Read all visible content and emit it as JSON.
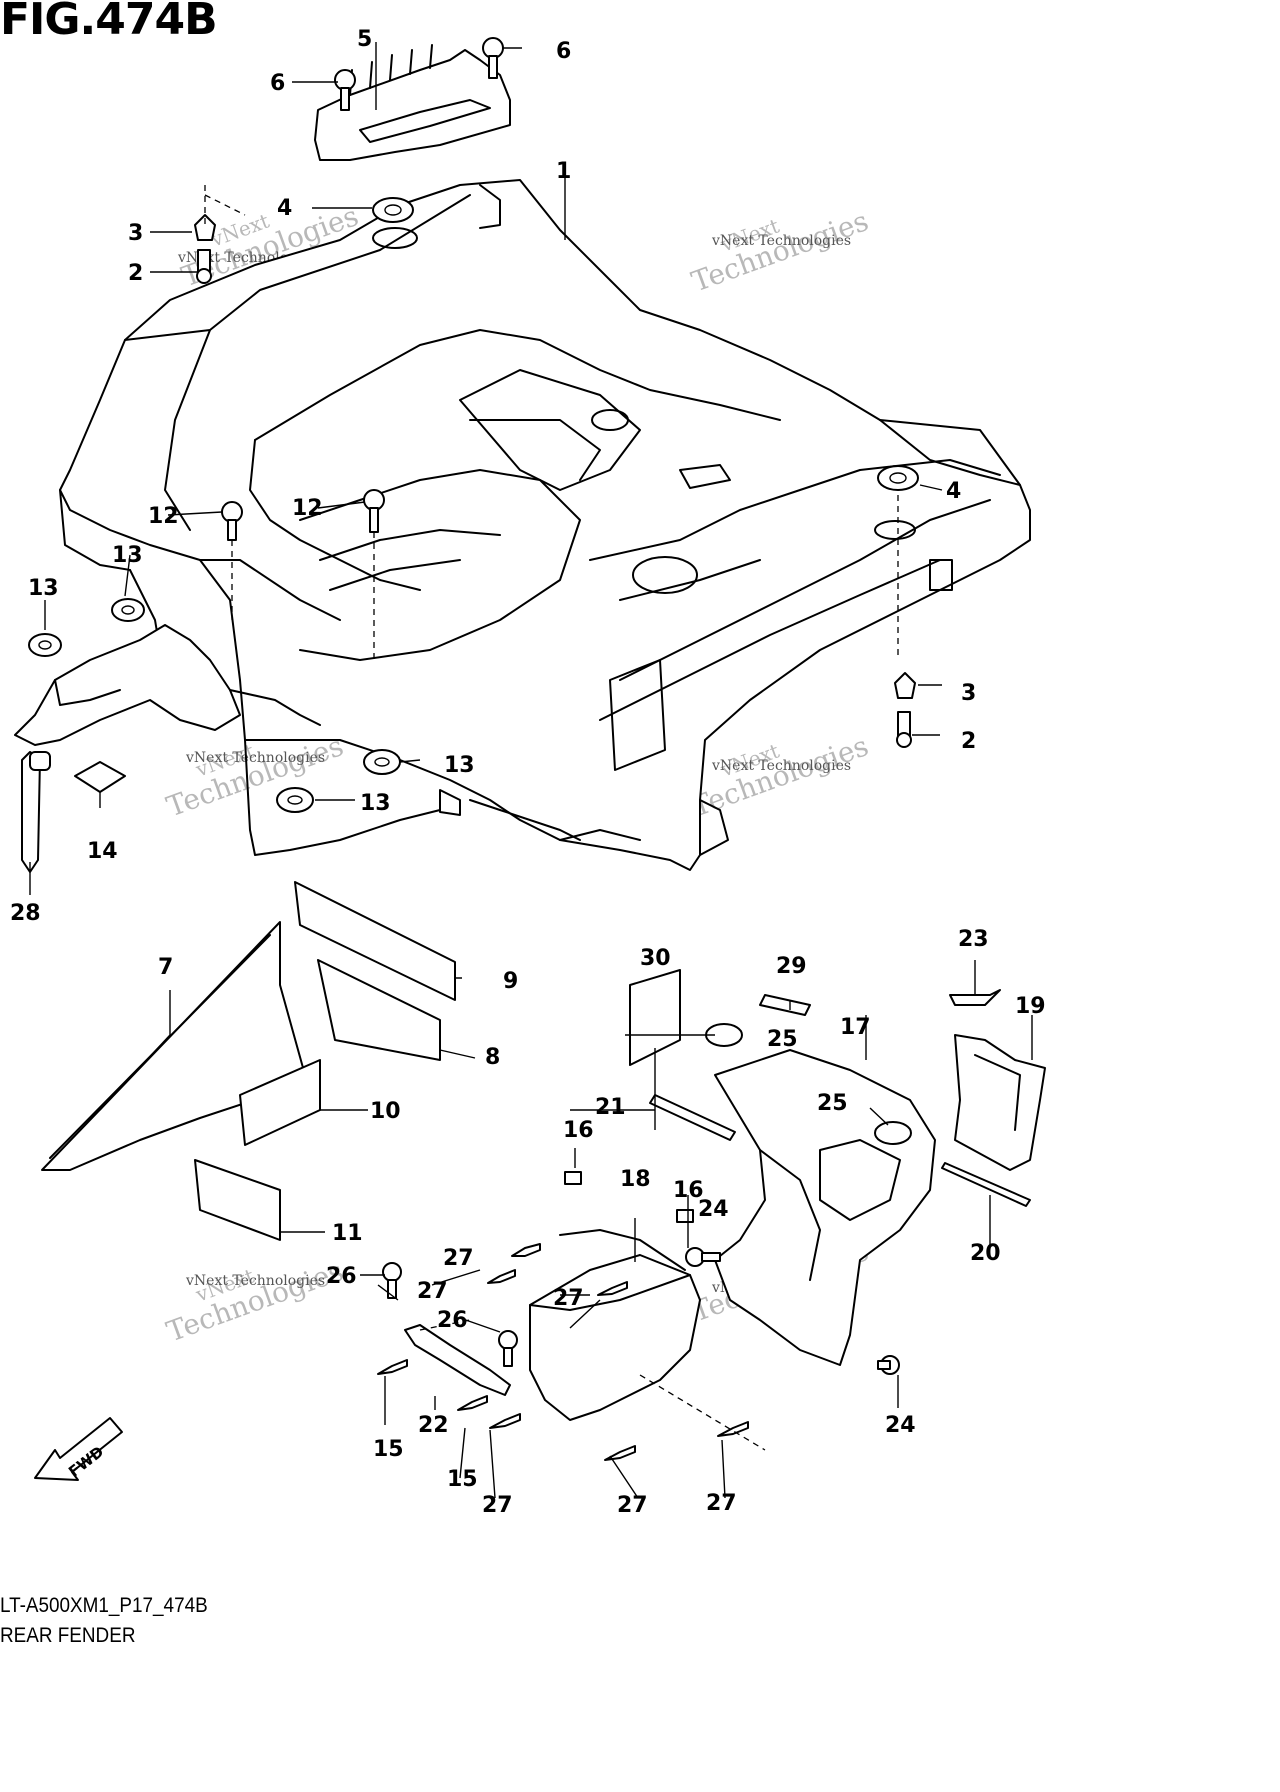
{
  "figure": {
    "title": "FIG.474B",
    "code": "LT-A500XM1_P17_474B",
    "name": "REAR FENDER"
  },
  "watermark": {
    "text_top": "vNext",
    "text_main": "Technologies",
    "text_line": "vNext Technologies"
  },
  "direction_indicator": {
    "label": "FWD"
  },
  "callouts": [
    {
      "id": "c1",
      "text": "1"
    },
    {
      "id": "c2a",
      "text": "2"
    },
    {
      "id": "c2b",
      "text": "2"
    },
    {
      "id": "c3a",
      "text": "3"
    },
    {
      "id": "c3b",
      "text": "3"
    },
    {
      "id": "c4a",
      "text": "4"
    },
    {
      "id": "c4b",
      "text": "4"
    },
    {
      "id": "c5",
      "text": "5"
    },
    {
      "id": "c6a",
      "text": "6"
    },
    {
      "id": "c6b",
      "text": "6"
    },
    {
      "id": "c7",
      "text": "7"
    },
    {
      "id": "c8",
      "text": "8"
    },
    {
      "id": "c9",
      "text": "9"
    },
    {
      "id": "c10",
      "text": "10"
    },
    {
      "id": "c11",
      "text": "11"
    },
    {
      "id": "c12a",
      "text": "12"
    },
    {
      "id": "c12b",
      "text": "12"
    },
    {
      "id": "c13a",
      "text": "13"
    },
    {
      "id": "c13b",
      "text": "13"
    },
    {
      "id": "c13c",
      "text": "13"
    },
    {
      "id": "c13d",
      "text": "13"
    },
    {
      "id": "c14",
      "text": "14"
    },
    {
      "id": "c15a",
      "text": "15"
    },
    {
      "id": "c15b",
      "text": "15"
    },
    {
      "id": "c16a",
      "text": "16"
    },
    {
      "id": "c16b",
      "text": "16"
    },
    {
      "id": "c17",
      "text": "17"
    },
    {
      "id": "c18",
      "text": "18"
    },
    {
      "id": "c19",
      "text": "19"
    },
    {
      "id": "c20",
      "text": "20"
    },
    {
      "id": "c21",
      "text": "21"
    },
    {
      "id": "c22",
      "text": "22"
    },
    {
      "id": "c23",
      "text": "23"
    },
    {
      "id": "c24a",
      "text": "24"
    },
    {
      "id": "c24b",
      "text": "24"
    },
    {
      "id": "c25a",
      "text": "25"
    },
    {
      "id": "c25b",
      "text": "25"
    },
    {
      "id": "c26a",
      "text": "26"
    },
    {
      "id": "c26b",
      "text": "26"
    },
    {
      "id": "c27a",
      "text": "27"
    },
    {
      "id": "c27b",
      "text": "27"
    },
    {
      "id": "c27c",
      "text": "27"
    },
    {
      "id": "c27d",
      "text": "27"
    },
    {
      "id": "c27e",
      "text": "27"
    },
    {
      "id": "c27f",
      "text": "27"
    },
    {
      "id": "c28",
      "text": "28"
    },
    {
      "id": "c29",
      "text": "29"
    },
    {
      "id": "c30",
      "text": "30"
    }
  ]
}
